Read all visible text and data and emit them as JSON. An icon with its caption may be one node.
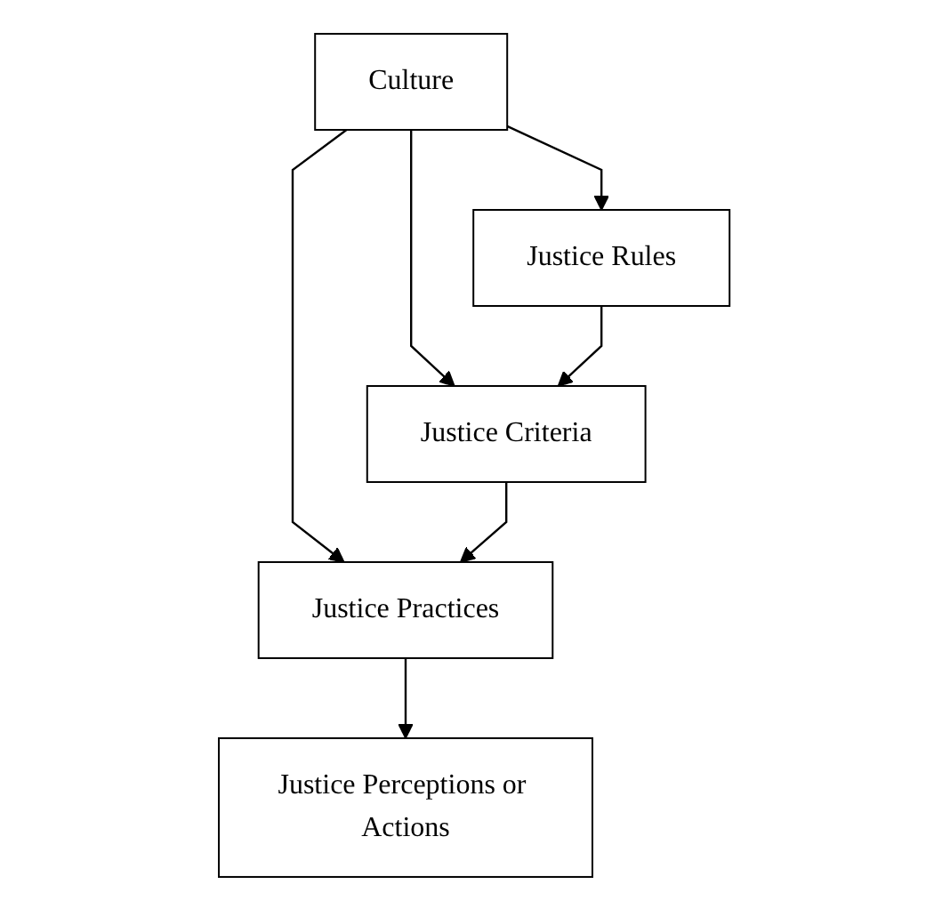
{
  "diagram": {
    "nodes": [
      {
        "text": [
          "Culture"
        ]
      },
      {
        "text": [
          "Justice Rules"
        ]
      },
      {
        "text": [
          "Justice Criteria"
        ]
      },
      {
        "text": [
          "Justice Practices"
        ]
      },
      {
        "text": [
          "Justice Perceptions or Actions"
        ]
      }
    ],
    "edges": [
      {
        "from": 0,
        "to": 1,
        "arrow": "to"
      },
      {
        "from": 0,
        "to": 2,
        "arrow": "to"
      },
      {
        "from": 0,
        "to": 3,
        "arrow": "to"
      },
      {
        "from": 1,
        "to": 2,
        "arrow": "to"
      },
      {
        "from": 2,
        "to": 3,
        "arrow": "to"
      },
      {
        "from": 3,
        "to": 4,
        "arrow": "to"
      }
    ]
  }
}
